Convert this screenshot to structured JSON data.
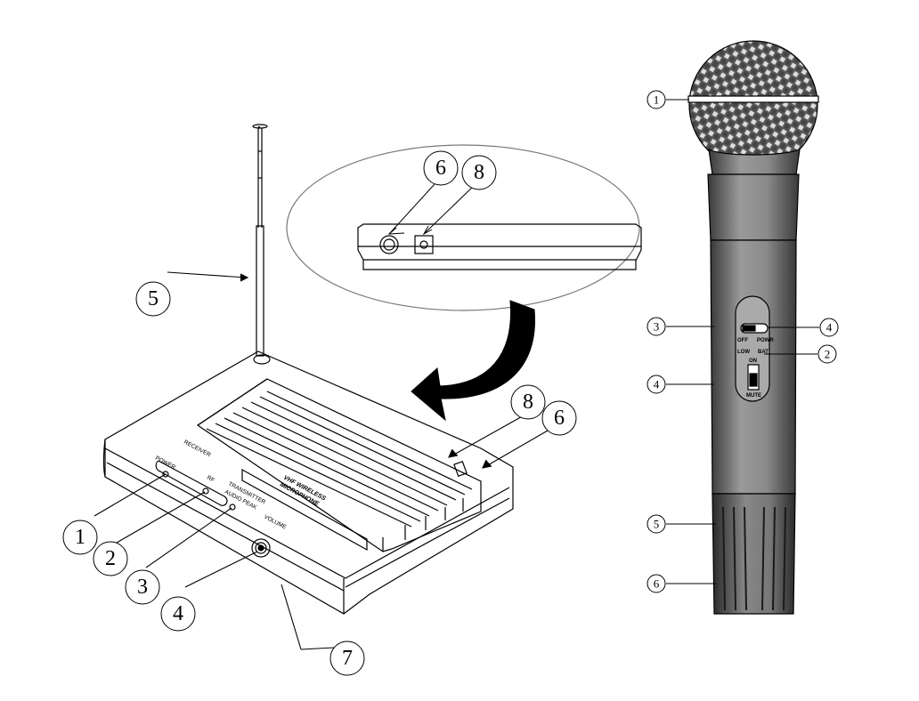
{
  "receiver": {
    "panel": {
      "receiver": "RECEIVER",
      "power": "POWER",
      "rf": "RF",
      "transmitter": "TRANSMITTER",
      "audio_peak": "AUDIO PEAK",
      "volume": "VOLUME",
      "brand_line1": "VHF WIRELESS",
      "brand_line2": "MICROPHONE"
    },
    "callouts": {
      "c1": "1",
      "c2": "2",
      "c3": "3",
      "c4": "4",
      "c5": "5",
      "c6": "6",
      "c7": "7",
      "c8": "8"
    },
    "inset_callouts": {
      "c6": "6",
      "c8": "8"
    }
  },
  "microphone": {
    "switch": {
      "off": "OFF",
      "powr": "POWR",
      "low": "LOW",
      "bat": "BAT",
      "on": "ON",
      "mute": "MUTE"
    },
    "callouts": {
      "c1": "1",
      "c2": "2",
      "c3": "3",
      "c4a": "4",
      "c4b": "4",
      "c5": "5",
      "c6": "6"
    }
  }
}
